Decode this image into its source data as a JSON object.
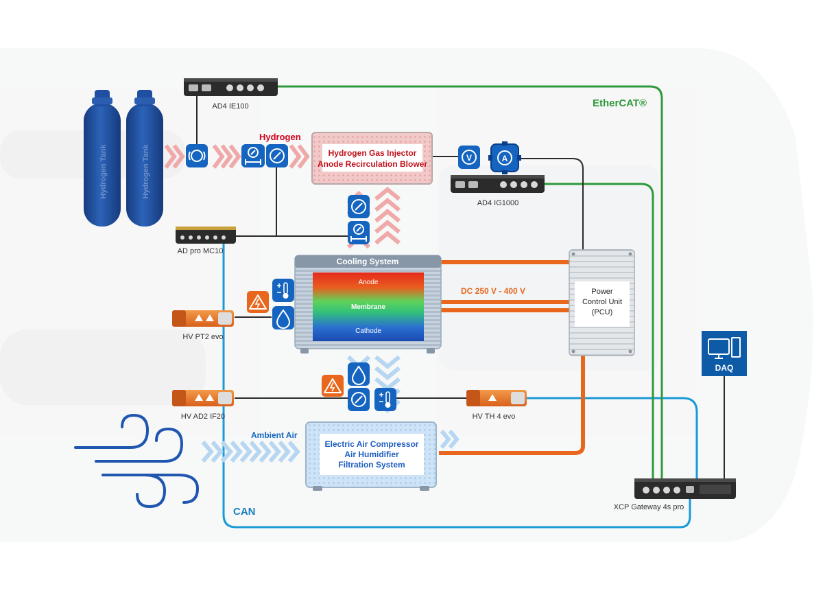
{
  "labels": {
    "hydrogen": "Hydrogen",
    "ambient_air": "Ambient Air",
    "ethercat": "EtherCAT®",
    "can": "CAN",
    "dc_voltage": "DC 250 V - 400 V",
    "tank_1": "Hydrogen Tank",
    "tank_2": "Hydrogen Tank"
  },
  "boxes": {
    "injector_line_1": "Hydrogen Gas Injector",
    "injector_line_2": "Anode Recirculation Blower",
    "cooling_system": "Cooling System",
    "anode": "Anode",
    "membrane": "Membrane",
    "cathode": "Cathode",
    "pcu_line_1": "Power",
    "pcu_line_2": "Control Unit",
    "pcu_line_3": "(PCU)",
    "compressor_line_1": "Electric Air Compressor",
    "compressor_line_2": "Air Humidifier",
    "compressor_line_3": "Filtration System",
    "daq": "DAQ"
  },
  "modules": {
    "ad4_ie100": "AD4 IE100",
    "ad4_ig1000": "AD4 IG1000",
    "ad_pro_mc10": "AD pro MC10",
    "hv_pt2_evo": "HV PT2 evo",
    "hv_ad2_if20": "HV AD2 IF20",
    "hv_th4_evo": "HV TH 4 evo",
    "xcp_gateway": "XCP Gateway 4s pro"
  },
  "sensor_glyphs": {
    "voltage": "V",
    "current": "A"
  },
  "colors": {
    "ethercat_green": "#2e9a3c",
    "can_blue": "#1a9ad6",
    "hv_orange": "#e8671c",
    "tank_blue": "#1f4fa0",
    "sensor_blue": "#1565c0",
    "daq_blue": "#0d5aa7",
    "hydrogen_red": "#d0021b"
  }
}
